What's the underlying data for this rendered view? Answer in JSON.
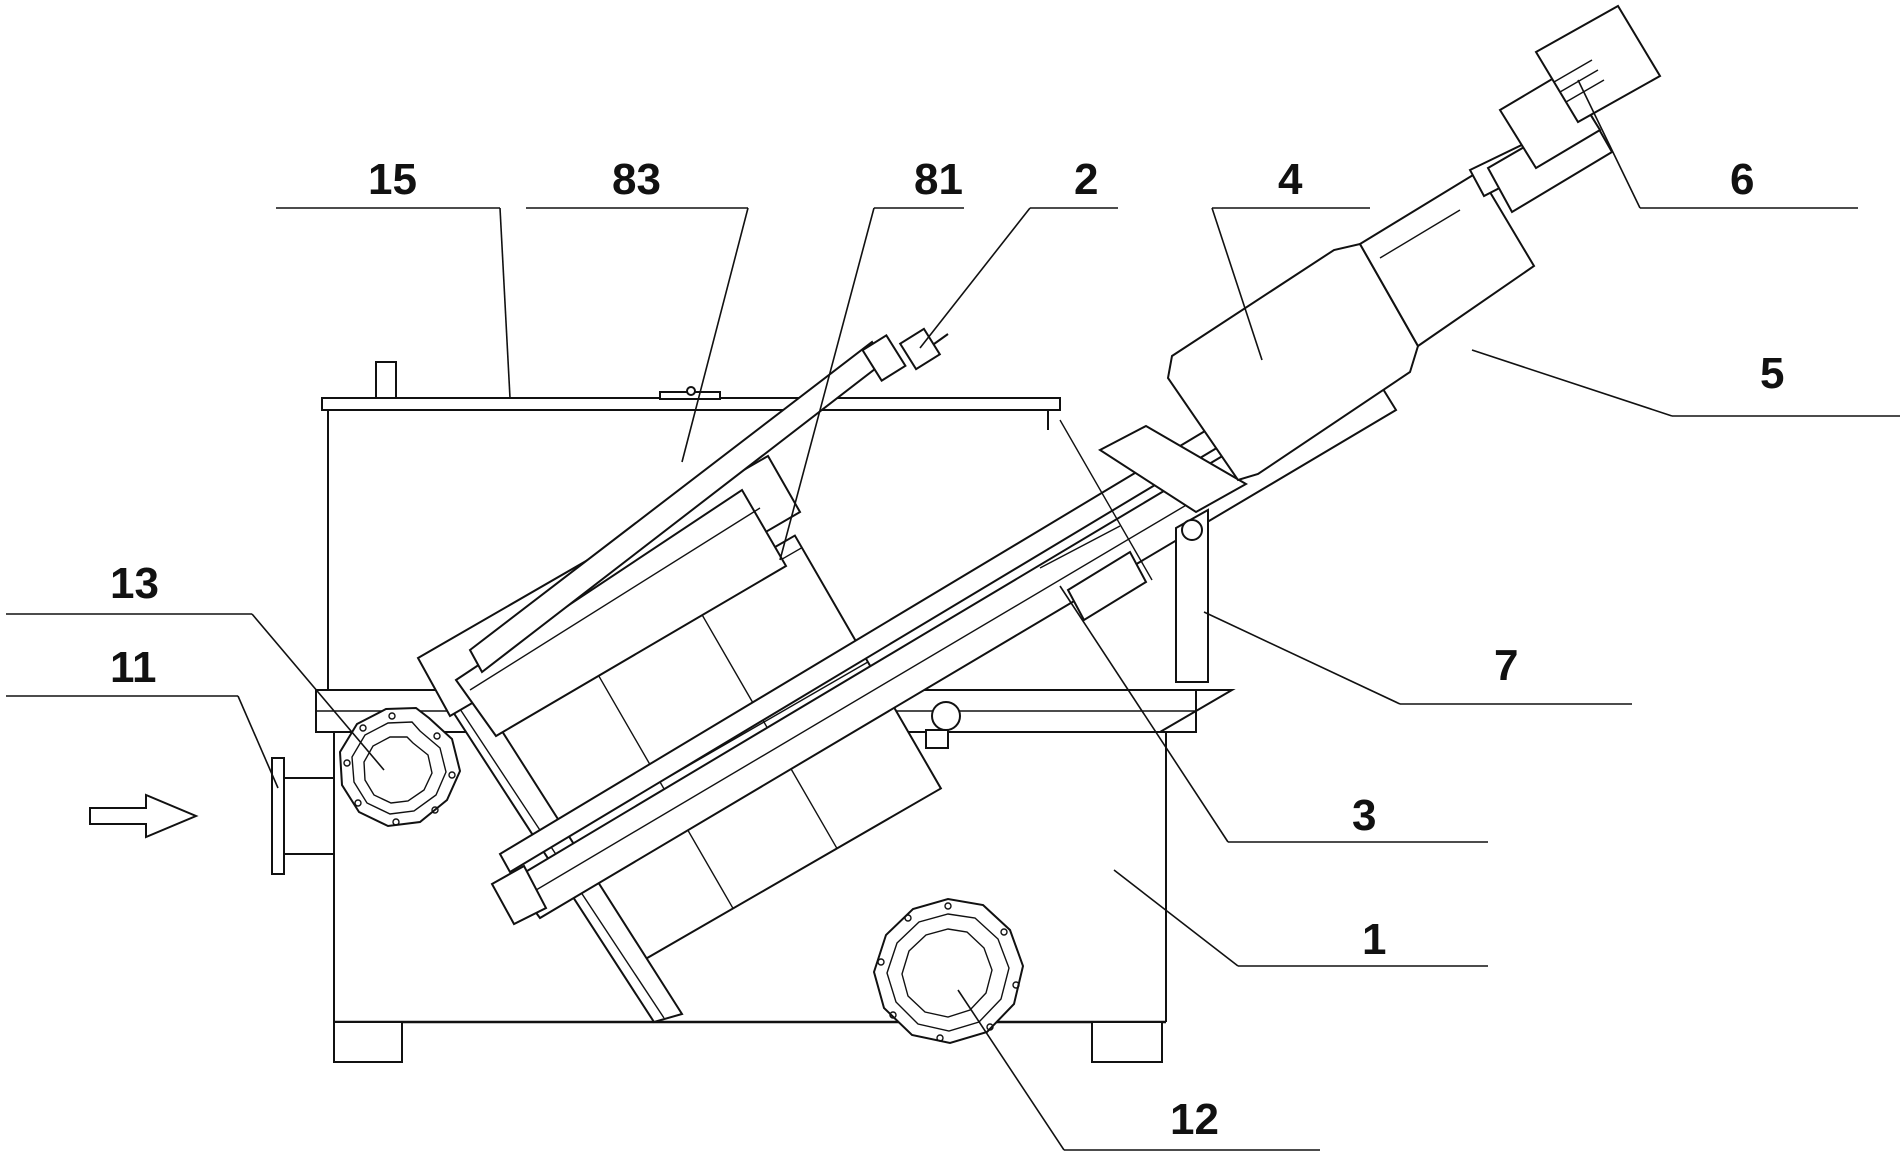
{
  "labels": {
    "l15": "15",
    "l83": "83",
    "l81": "81",
    "l2": "2",
    "l4": "4",
    "l6": "6",
    "l5": "5",
    "l7": "7",
    "l13": "13",
    "l11": "11",
    "l3": "3",
    "l1": "1",
    "l12": "12"
  },
  "colors": {
    "ink": "#111111",
    "paper": "#ffffff"
  }
}
